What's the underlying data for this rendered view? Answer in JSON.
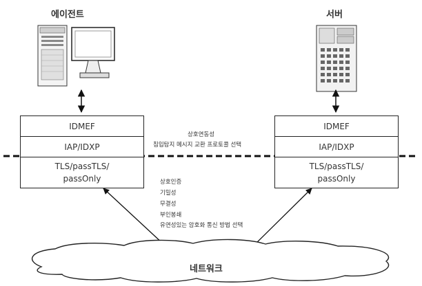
{
  "diagram": {
    "agent_title": "에이전트",
    "server_title": "서버",
    "left_stack": {
      "layer1": "IDMEF",
      "layer2": "IAP/IDXP",
      "layer3_line1": "TLS/passTLS/",
      "layer3_line2": "passOnly"
    },
    "right_stack": {
      "layer1": "IDMEF",
      "layer2": "IAP/IDXP",
      "layer3_line1": "TLS/passTLS/",
      "layer3_line2": "passOnly"
    },
    "upper_caption": {
      "line1": "상호연동성",
      "line2": "침입탐지 메시지 교환 프로토콜 선택"
    },
    "lower_caption": {
      "items": [
        "상호인증",
        "기밀성",
        "무결성",
        "부인봉쇄",
        "유연성있는 암호화 통신 방법 선택"
      ]
    },
    "network_label": "네트워크"
  }
}
